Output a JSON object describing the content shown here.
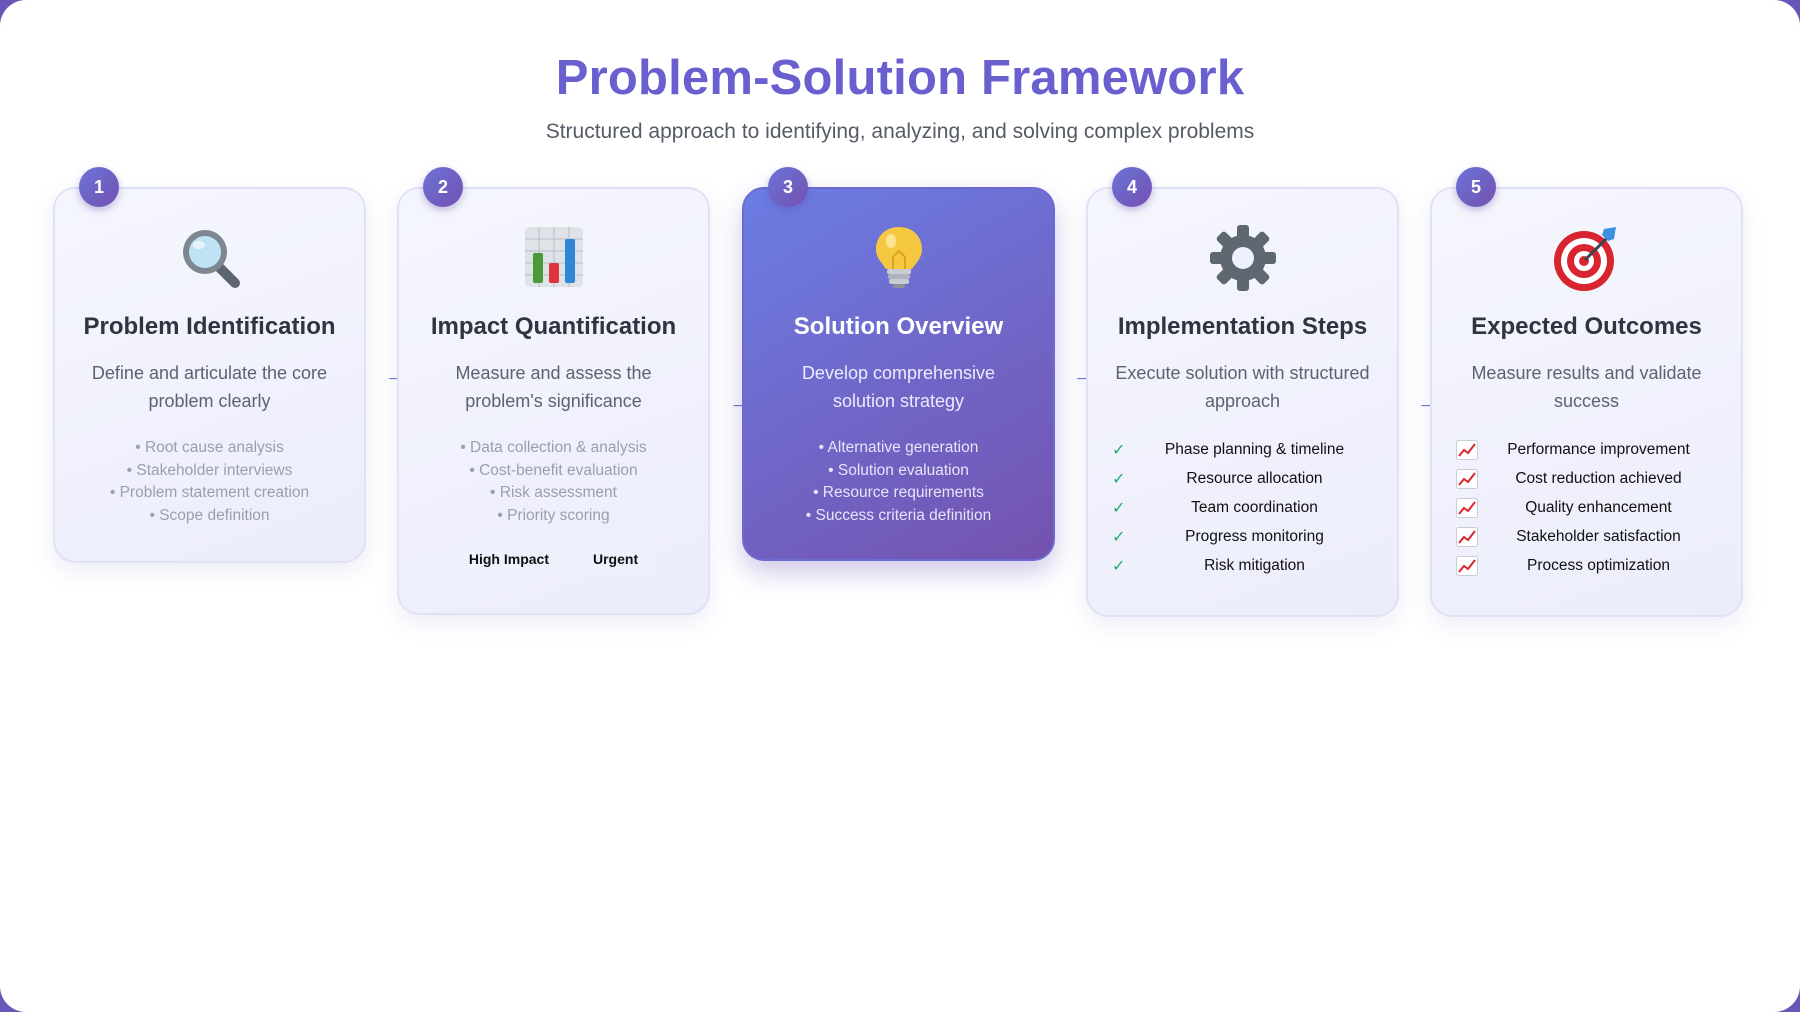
{
  "header": {
    "title": "Problem-Solution Framework",
    "subtitle": "Structured approach to identifying, analyzing, and solving complex problems"
  },
  "steps": [
    {
      "number": "1",
      "icon": "magnifying-glass-icon",
      "title": "Problem Identification",
      "description": "Define and articulate the core problem clearly",
      "bullets": [
        "• Root cause analysis",
        "• Stakeholder interviews",
        "• Problem statement creation",
        "• Scope definition"
      ]
    },
    {
      "number": "2",
      "icon": "bar-chart-icon",
      "title": "Impact Quantification",
      "description": "Measure and assess the problem's significance",
      "bullets": [
        "• Data collection & analysis",
        "• Cost-benefit evaluation",
        "• Risk assessment",
        "• Priority scoring"
      ],
      "tags": [
        "High Impact",
        "Urgent"
      ]
    },
    {
      "number": "3",
      "icon": "light-bulb-icon",
      "title": "Solution Overview",
      "description": "Develop comprehensive solution strategy",
      "bullets": [
        "• Alternative generation",
        "• Solution evaluation",
        "• Resource requirements",
        "• Success criteria definition"
      ]
    },
    {
      "number": "4",
      "icon": "gear-icon",
      "title": "Implementation Steps",
      "description": "Execute solution with structured approach",
      "check_mark": "✓",
      "checklist": [
        "Phase planning & timeline",
        "Resource allocation",
        "Team coordination",
        "Progress monitoring",
        "Risk mitigation"
      ]
    },
    {
      "number": "5",
      "icon": "target-icon",
      "title": "Expected Outcomes",
      "description": "Measure results and validate success",
      "outcome_icon": "chart-increasing-icon",
      "checklist": [
        "Performance improvement",
        "Cost reduction achieved",
        "Quality enhancement",
        "Stakeholder satisfaction",
        "Process optimization"
      ]
    }
  ],
  "arrow_symbol": "→",
  "colors": {
    "accent": "#6a5fcf",
    "active_card_start": "#6b7de4",
    "active_card_end": "#7452ae",
    "check": "#1fae6d",
    "frame": "#6a55b8"
  }
}
